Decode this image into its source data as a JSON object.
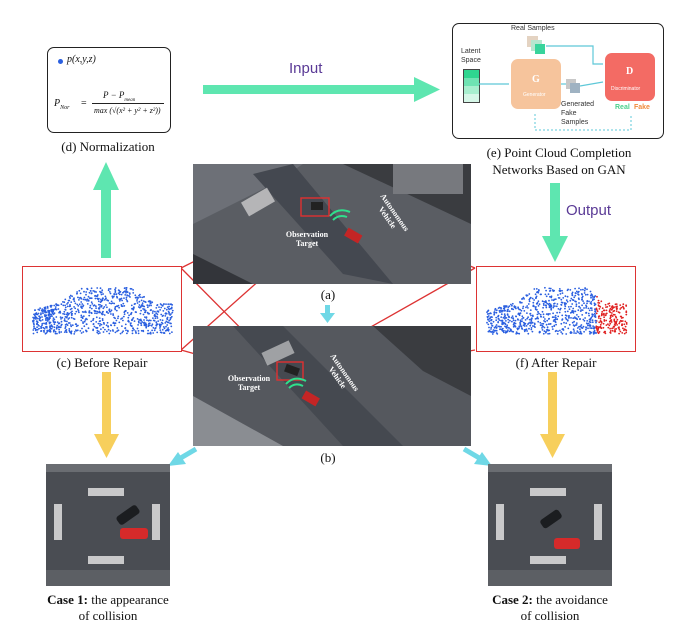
{
  "labels": {
    "input": "Input",
    "output": "Output",
    "normalization": "(d) Normalization",
    "gan_line1": "(e) Point Cloud Completion",
    "gan_line2": "Networks Based on GAN",
    "before_repair": "(c) Before Repair",
    "after_repair": "(f) After Repair",
    "scene_a": "(a)",
    "scene_b": "(b)",
    "case1_bold": "Case 1:",
    "case1_rest": " the appearance",
    "case1_line2": "of collision",
    "case2_bold": "Case 2:",
    "case2_rest": " the avoidance",
    "case2_line2": "of collision"
  },
  "formula": {
    "point": "p(x,y,z)",
    "lhs": "P",
    "lhs_sub": "Nor",
    "numerator": "P − P",
    "numerator_sub": "mean",
    "denominator": "max (√(x² + y² + z²))"
  },
  "gan": {
    "real_samples": "Real Samples",
    "latent_space": "Latent Space",
    "generator_letter": "G",
    "generator_label": "Generator",
    "discriminator_letter": "D",
    "discriminator_label": "Discriminator",
    "generated_fake_samples": "Generated Fake Samples",
    "real": "Real",
    "fake": "Fake"
  },
  "scene_text": {
    "observation_target": "Observation Target",
    "autonomous_vehicle": "Autonomous Vehicle"
  },
  "colors": {
    "green_arrow": "#5ee6b0",
    "yellow_arrow": "#f7cf5c",
    "cyan_arrow": "#6fd8e6",
    "input_output_text": "#5a3a96",
    "red_frame": "#dd3333",
    "point_blue": "#2a5fe0",
    "point_red": "#e02020",
    "generator": "#f6c49c",
    "discriminator": "#f36b64"
  }
}
